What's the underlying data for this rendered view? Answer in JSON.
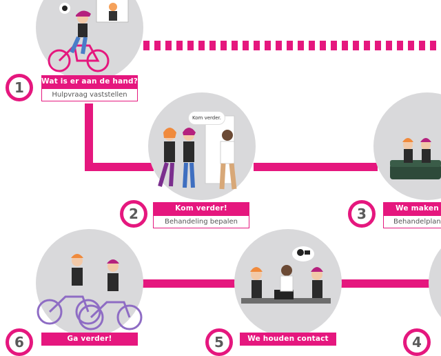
{
  "colors": {
    "accent": "#E5177E",
    "circle": "#D9D9DB",
    "text_gray": "#555555"
  },
  "steps": [
    {
      "number": "1",
      "title": "Wat is er aan de hand?",
      "subtitle": "Hulpvraag vaststellen",
      "icon": "cyclist-scene"
    },
    {
      "number": "2",
      "title": "Kom verder!",
      "subtitle": "Behandeling bepalen",
      "icon": "welcome-scene",
      "speech": "Kom verder."
    },
    {
      "number": "3",
      "title": "We maken e",
      "subtitle": "Behandelplan v",
      "icon": "sofa-scene"
    },
    {
      "number": "4",
      "title": "",
      "subtitle": "",
      "icon": "partial-scene"
    },
    {
      "number": "5",
      "title": "We houden contact",
      "subtitle": "",
      "icon": "meeting-scene"
    },
    {
      "number": "6",
      "title": "Ga verder!",
      "subtitle": "",
      "icon": "tandem-cyclists-scene"
    }
  ]
}
